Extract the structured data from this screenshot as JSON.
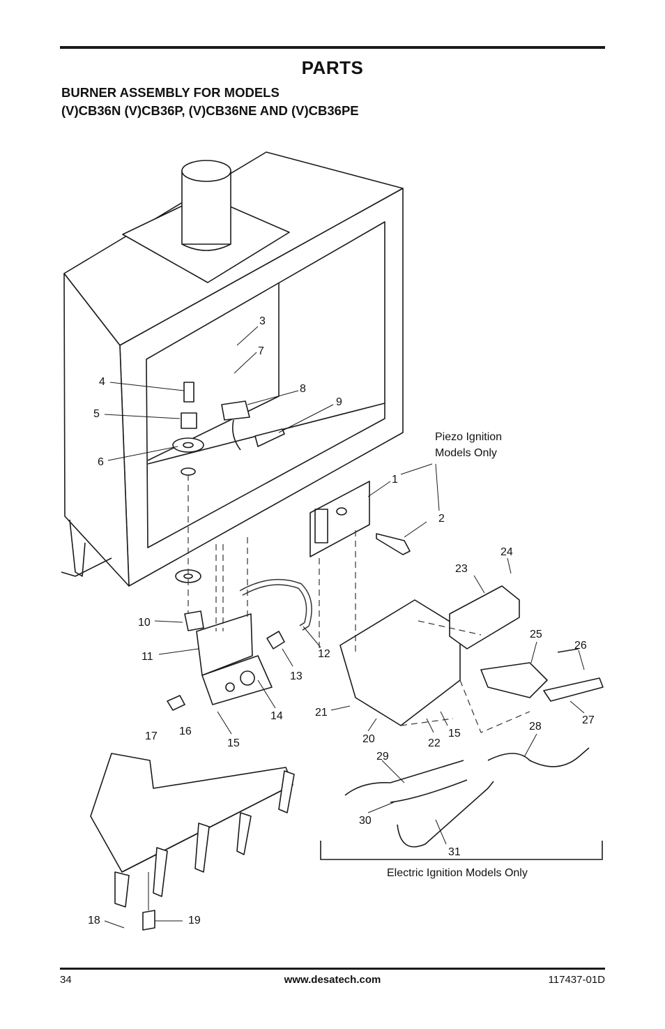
{
  "page": {
    "title": "PARTS",
    "subtitle_line1": "BURNER ASSEMBLY FOR MODELS",
    "subtitle_line2": "(V)CB36N (V)CB36P, (V)CB36NE AND (V)CB36PE"
  },
  "diagram": {
    "piezo_note_line1": "Piezo Ignition",
    "piezo_note_line2": "Models Only",
    "electric_note": "Electric Ignition Models Only",
    "callouts": [
      "1",
      "2",
      "3",
      "4",
      "5",
      "6",
      "7",
      "8",
      "9",
      "10",
      "11",
      "12",
      "13",
      "14",
      "15",
      "15",
      "16",
      "17",
      "18",
      "19",
      "20",
      "21",
      "22",
      "23",
      "24",
      "25",
      "26",
      "27",
      "28",
      "29",
      "30",
      "31"
    ]
  },
  "footer": {
    "page_number": "34",
    "website": "www.desatech.com",
    "doc_id": "117437-01D"
  }
}
